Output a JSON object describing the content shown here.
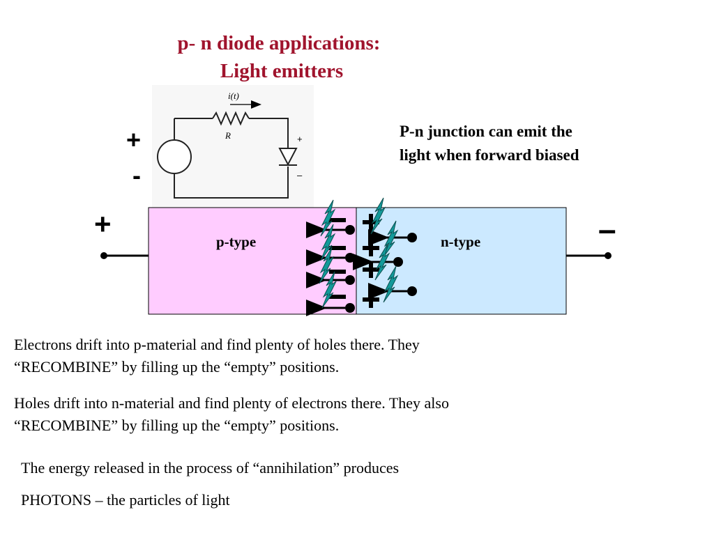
{
  "title": {
    "line1": "p- n diode applications:",
    "line2": "Light emitters"
  },
  "circuit": {
    "current_label": "i(t)",
    "resistor_label": "R",
    "diode_plus": "+",
    "diode_minus": "–",
    "source_plus": "+",
    "source_minus": "-"
  },
  "callout": {
    "line1": "P-n junction can emit the",
    "line2": "light when forward biased"
  },
  "junction": {
    "left_terminal": "+",
    "right_terminal": "–",
    "p_label": "p-type",
    "n_label": "n-type",
    "p_color": "#ffccff",
    "n_color": "#cce9ff",
    "photon_color": "#139a9a"
  },
  "text": {
    "p1_line1": "Electrons drift into p-material and find plenty of holes there. They",
    "p1_line2": "“RECOMBINE” by filling up the “empty” positions.",
    "p2_line1": "Holes drift into n-material and find plenty of electrons there. They also",
    "p2_line2": "“RECOMBINE” by filling up the “empty” positions.",
    "p3": "The energy released in the process of “annihilation” produces",
    "p4": "PHOTONS – the particles of light"
  }
}
